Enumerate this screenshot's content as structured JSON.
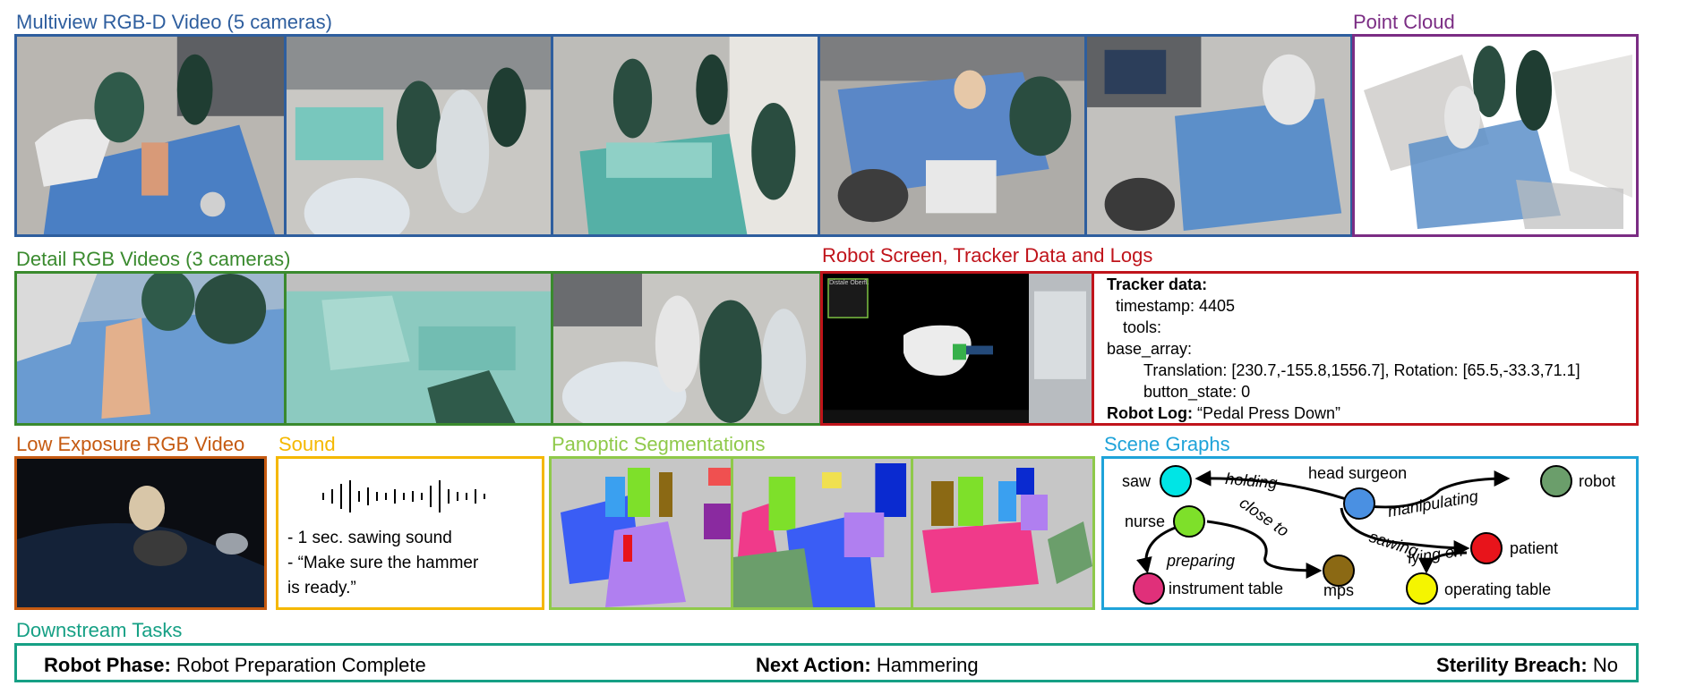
{
  "sections": {
    "multiview": {
      "title": "Multiview RGB-D Video (5 cameras)",
      "color": "#2e5e9e"
    },
    "pointcloud": {
      "title": "Point Cloud",
      "color": "#7b2d84"
    },
    "detail": {
      "title": "Detail RGB Videos (3 cameras)",
      "color": "#3a8a2e"
    },
    "robot": {
      "title": "Robot Screen, Tracker Data and Logs",
      "color": "#c0141b"
    },
    "lowexp": {
      "title": "Low Exposure RGB Video",
      "color": "#c55a11"
    },
    "sound": {
      "title": "Sound",
      "color": "#f5b800"
    },
    "panoptic": {
      "title": "Panoptic Segmentations",
      "color": "#8fc94a"
    },
    "scenegraph": {
      "title": "Scene Graphs",
      "color": "#1fa3d9"
    },
    "downstream": {
      "title": "Downstream Tasks",
      "color": "#16a085"
    }
  },
  "robot_screen": {
    "window_label": "Distale Oberfl."
  },
  "tracker": {
    "header": "Tracker data:",
    "timestamp": "timestamp: 4405",
    "tools": "tools:",
    "base_array": "base_array:",
    "translation": "Translation: [230.7,-155.8,1556.7], Rotation: [65.5,-33.3,71.1]",
    "button_state": "button_state: 0",
    "log_label": "Robot Log:",
    "log_value": "“Pedal Press Down”"
  },
  "sound": {
    "line1": "- 1 sec. sawing sound",
    "line2": "- “Make sure the hammer",
    "line3": "is ready.”"
  },
  "scene_graph": {
    "nodes": {
      "saw": {
        "label": "saw",
        "color": "#00e5e5"
      },
      "head_surgeon": {
        "label": "head surgeon",
        "color": "#4a90e2"
      },
      "robot": {
        "label": "robot",
        "color": "#6b9e6b"
      },
      "nurse": {
        "label": "nurse",
        "color": "#7ee02a"
      },
      "patient": {
        "label": "patient",
        "color": "#e8141b"
      },
      "instrument_table": {
        "label": "instrument table",
        "color": "#e0307a"
      },
      "mps": {
        "label": "mps",
        "color": "#8b6914"
      },
      "operating_table": {
        "label": "operating table",
        "color": "#f5f500"
      }
    },
    "edges": {
      "holding": "holding",
      "manipulating": "manipulating",
      "close_to": "close to",
      "sawing": "sawing",
      "preparing": "preparing",
      "lying_on": "lying on"
    }
  },
  "downstream": {
    "phase_label": "Robot Phase:",
    "phase_value": "Robot Preparation Complete",
    "action_label": "Next Action:",
    "action_value": "Hammering",
    "breach_label": "Sterility Breach:",
    "breach_value": "No"
  }
}
